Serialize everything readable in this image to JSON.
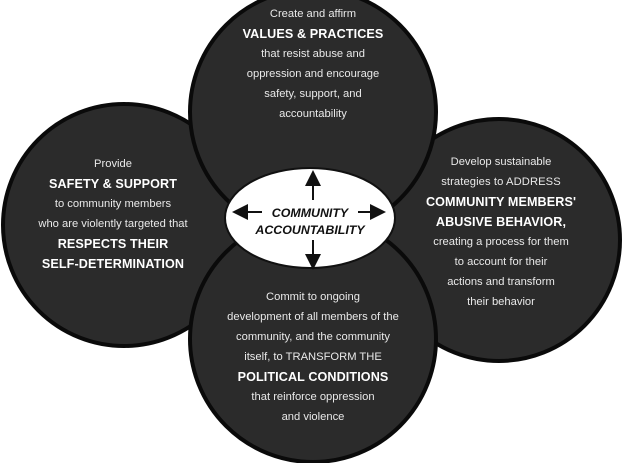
{
  "diagram": {
    "center": {
      "line1": "COMMUNITY",
      "line2": "ACCOUNTABILITY"
    },
    "top": {
      "pre": "Create and affirm",
      "emphasis": "VALUES & PRACTICES",
      "post": [
        "that resist abuse and",
        "oppression and encourage",
        "safety, support, and",
        "accountability"
      ]
    },
    "left": {
      "pre": [
        "Provide"
      ],
      "emphasis1": "SAFETY & SUPPORT",
      "mid": [
        "to community members",
        "who are violently targeted that"
      ],
      "emphasis2": [
        "RESPECTS THEIR",
        "SELF-DETERMINATION"
      ]
    },
    "right": {
      "pre": [
        "Develop sustainable",
        "strategies to ADDRESS"
      ],
      "emphasis": [
        "COMMUNITY MEMBERS'",
        "ABUSIVE BEHAVIOR,"
      ],
      "post": [
        "creating a process for them",
        "to account for their",
        "actions and transform",
        "their behavior"
      ]
    },
    "bottom": {
      "pre": [
        "Commit to ongoing",
        "development of all members of the",
        "community, and the community",
        "itself, to TRANSFORM THE"
      ],
      "emphasis": "POLITICAL CONDITIONS",
      "post": [
        "that reinforce oppression",
        "and violence"
      ]
    },
    "colors": {
      "circle": "#2b2b2b",
      "outline": "#0a0a0a",
      "text": "#e9e9e9",
      "center_fill": "#ffffff"
    }
  }
}
